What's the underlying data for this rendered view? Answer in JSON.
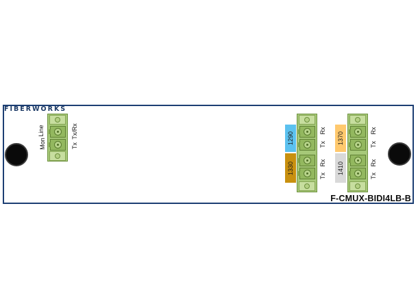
{
  "brand": "FIBERWORKS",
  "part_number": "F-CMUX-BIDI4LB-B",
  "colors": {
    "frame": "#1c3e73",
    "adapter_green": "#a6c878",
    "wl_1290": "#5bc1ef",
    "wl_1330": "#c8900f",
    "wl_1370": "#ffc96e",
    "wl_1410": "#d9d9d9",
    "mount_hole": "#0a0a0a"
  },
  "left_adapter": {
    "side_labels": [
      "Mon",
      "Line"
    ],
    "port_labels": [
      "Tx",
      "Tx/Rx"
    ]
  },
  "mux_adapter_1": {
    "wavelengths": [
      "1290",
      "1330"
    ],
    "port_labels": [
      "Rx",
      "Tx",
      "Rx",
      "Tx"
    ]
  },
  "mux_adapter_2": {
    "wavelengths": [
      "1370",
      "1410"
    ],
    "port_labels": [
      "Rx",
      "Tx",
      "Rx",
      "Tx"
    ]
  }
}
